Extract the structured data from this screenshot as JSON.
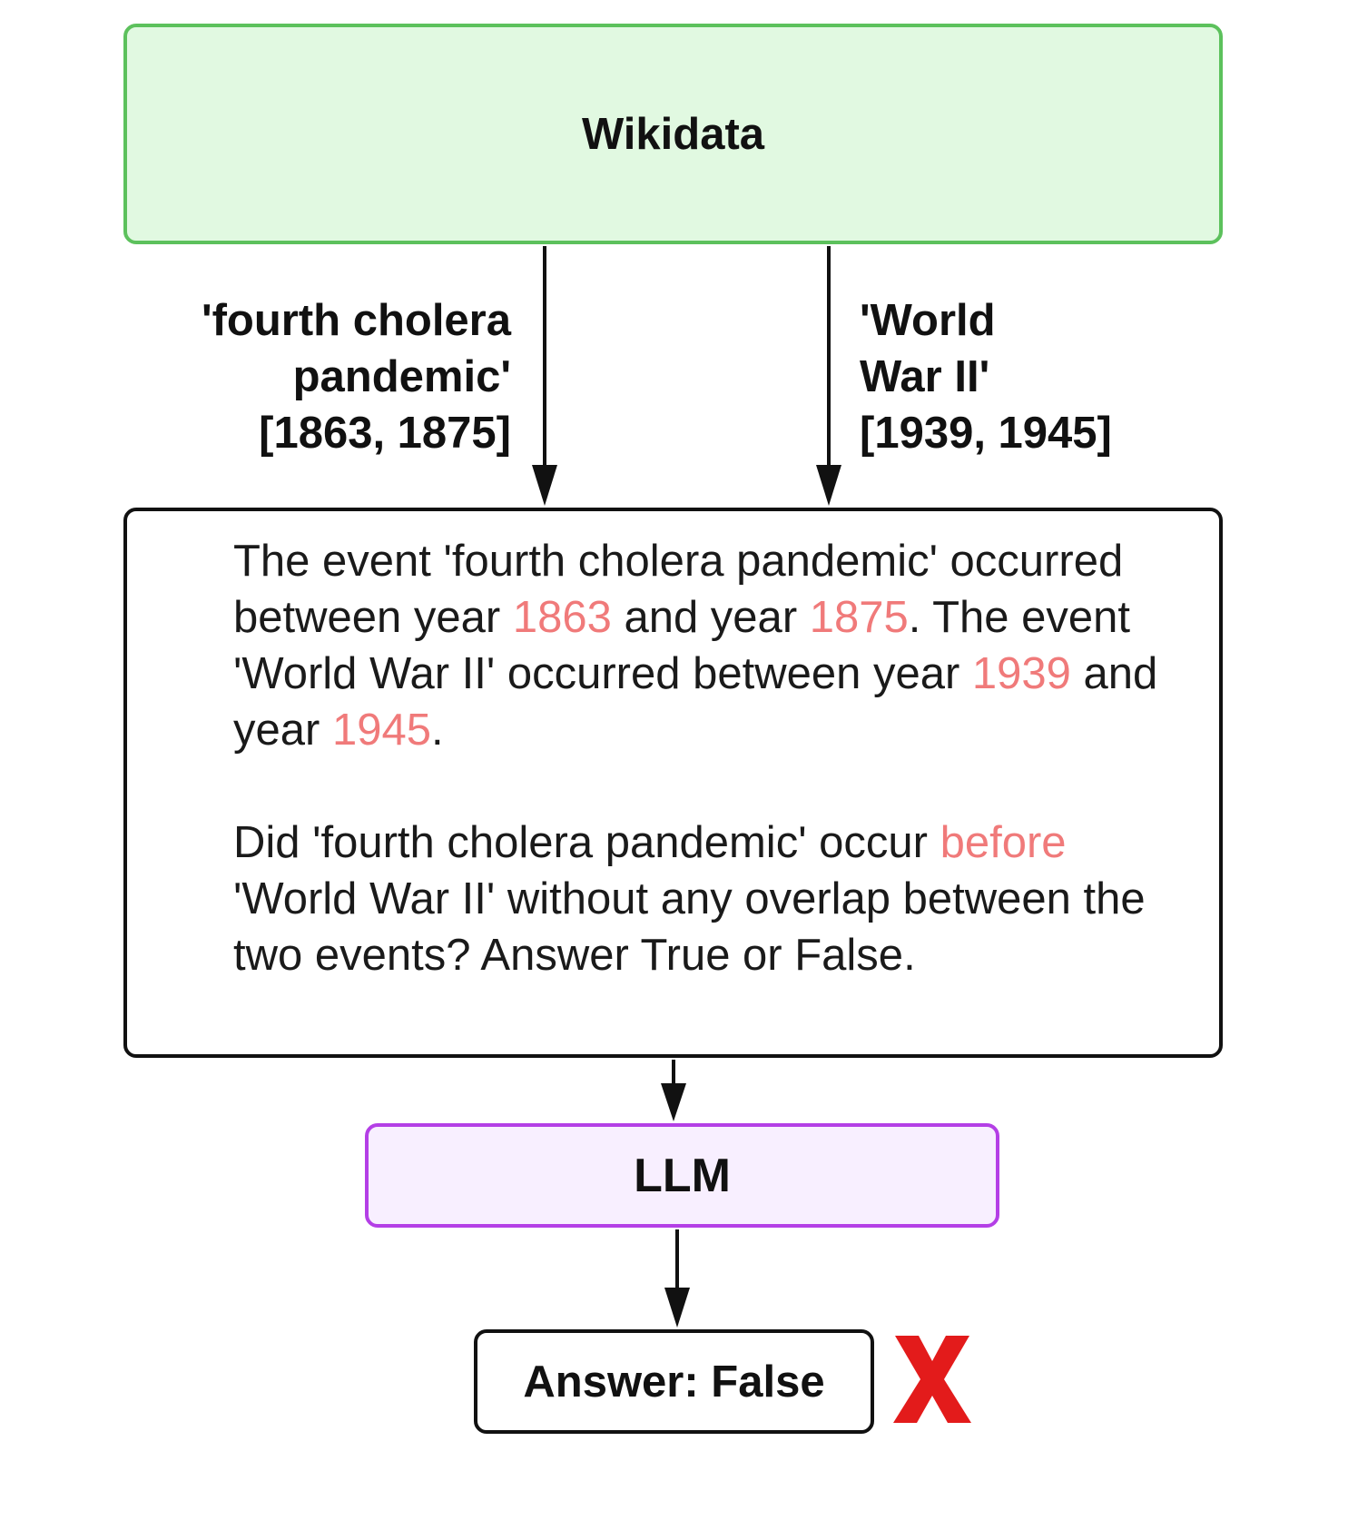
{
  "source": {
    "title": "Wikidata",
    "border_color": "#5cc15c",
    "fill_color": "#e1f9e1"
  },
  "edges": {
    "left": {
      "lines": [
        "'fourth cholera",
        "pandemic'",
        "[1863, 1875]"
      ]
    },
    "right": {
      "lines": [
        "'World",
        "War II'",
        "[1939, 1945]"
      ]
    }
  },
  "prompt": {
    "highlight_color": "#f07a7a",
    "p1": {
      "t1": "The event 'fourth cholera pandemic' occurred between year ",
      "y1": "1863",
      "t2": " and year ",
      "y2": "1875",
      "t3": ". The event 'World War II' occurred between year ",
      "y3": "1939",
      "t4": " and year ",
      "y4": "1945",
      "t5": "."
    },
    "p2": {
      "t1": "Did 'fourth cholera pandemic' occur ",
      "relation": "before",
      "t2": " 'World War II' without any overlap between the two events? Answer True or False."
    }
  },
  "model": {
    "label": "LLM",
    "border_color": "#b43fe6",
    "fill_color": "#f8efff"
  },
  "answer": {
    "label": "Answer: False",
    "verdict_icon": "red-x-icon",
    "verdict_color": "#e31b1b"
  }
}
